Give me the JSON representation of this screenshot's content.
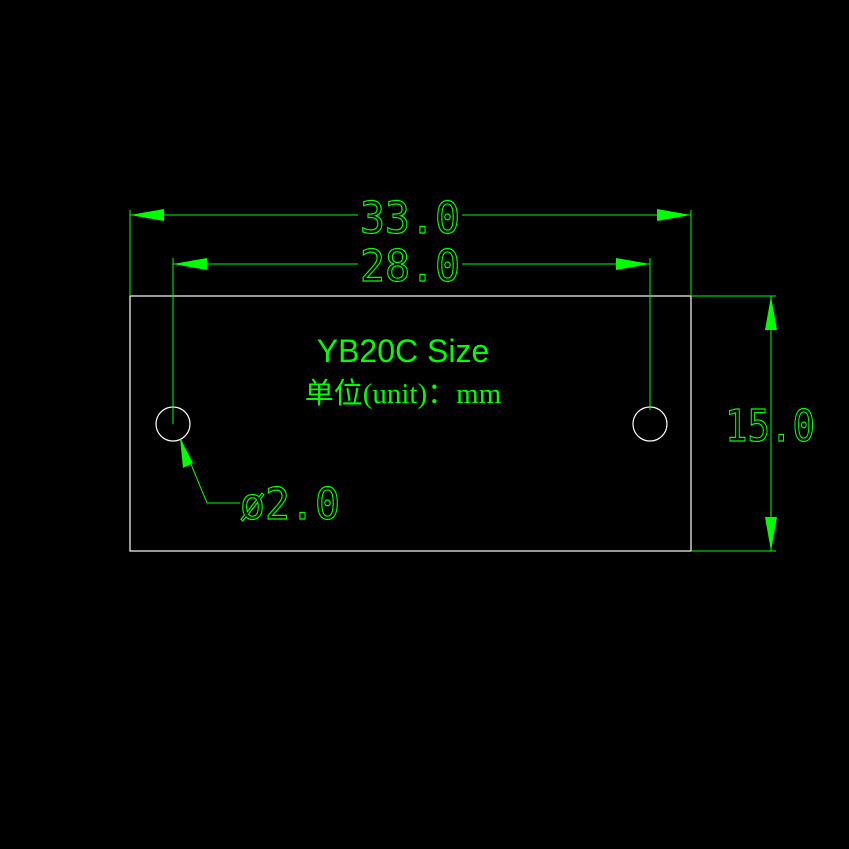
{
  "drawing": {
    "title": "YB20C Size",
    "unit_label": "单位(unit)：mm",
    "colors": {
      "background": "#000000",
      "outline": "#ffffff",
      "dimension": "#00ff00",
      "text": "#00ff00"
    },
    "dimensions": {
      "overall_width": "33.0",
      "hole_spacing": "28.0",
      "height": "15.0",
      "hole_diameter": "ø2.0"
    }
  }
}
